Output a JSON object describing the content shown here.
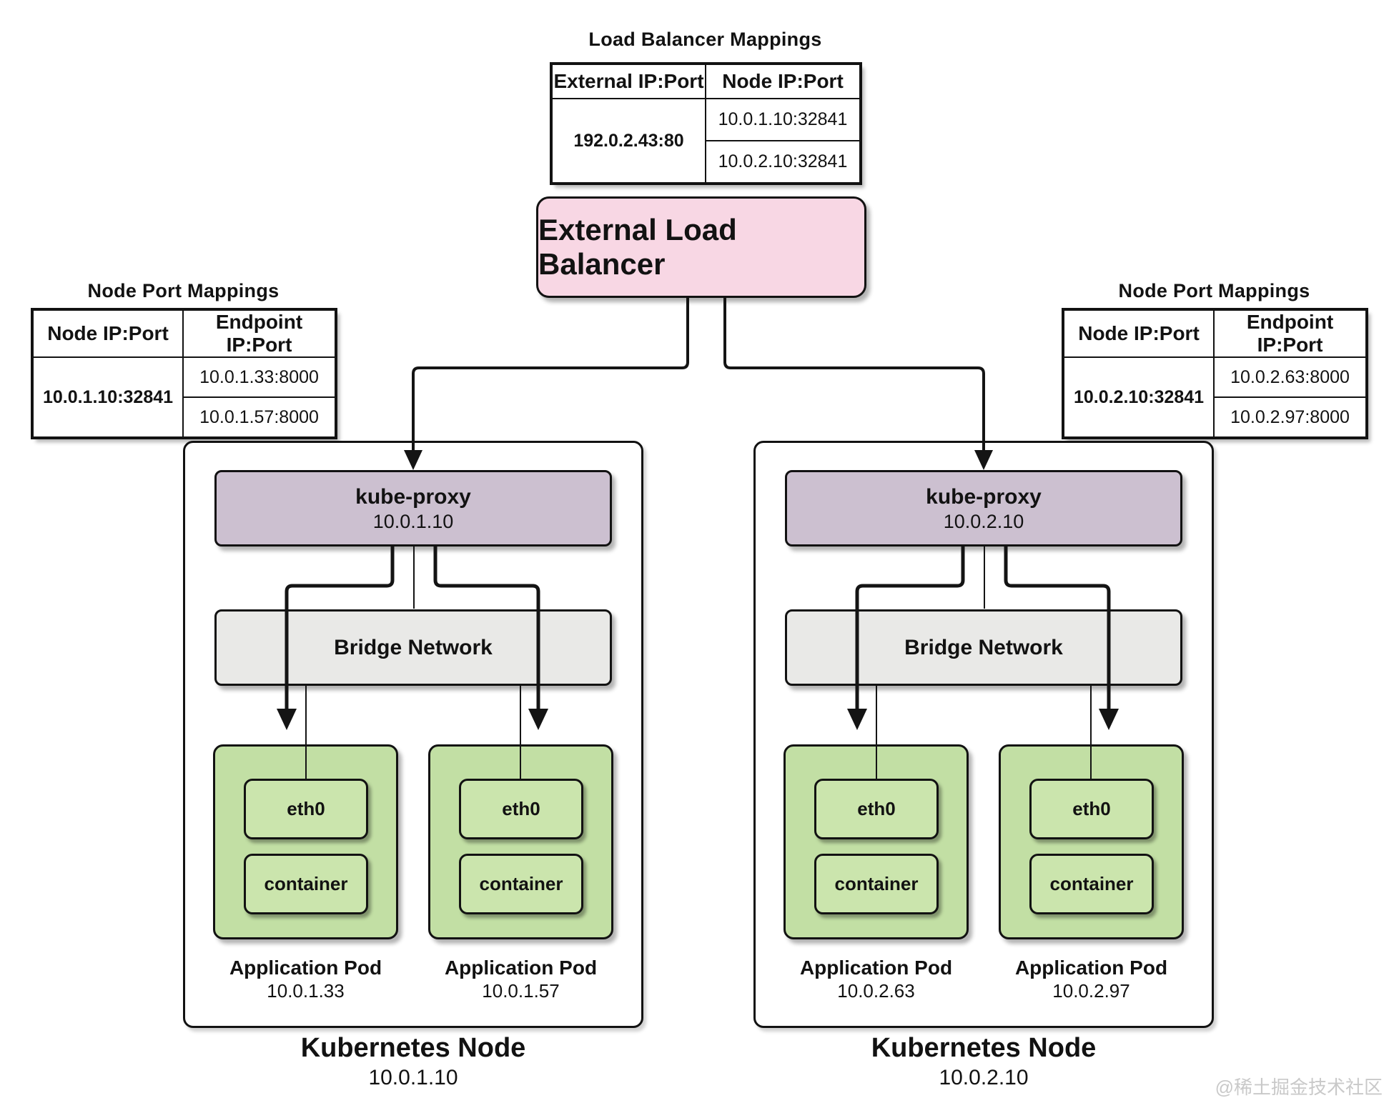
{
  "lb_table": {
    "title": "Load Balancer Mappings",
    "headers": [
      "External IP:Port",
      "Node IP:Port"
    ],
    "external_value": "192.0.2.43:80",
    "node_values": [
      "10.0.1.10:32841",
      "10.0.2.10:32841"
    ]
  },
  "load_balancer": {
    "label": "External Load Balancer"
  },
  "node_port_tables": {
    "left": {
      "title": "Node Port Mappings",
      "headers": [
        "Node IP:Port",
        "Endpoint IP:Port"
      ],
      "node_value": "10.0.1.10:32841",
      "endpoint_values": [
        "10.0.1.33:8000",
        "10.0.1.57:8000"
      ]
    },
    "right": {
      "title": "Node Port Mappings",
      "headers": [
        "Node IP:Port",
        "Endpoint IP:Port"
      ],
      "node_value": "10.0.2.10:32841",
      "endpoint_values": [
        "10.0.2.63:8000",
        "10.0.2.97:8000"
      ]
    }
  },
  "nodes": {
    "left": {
      "kube_proxy": {
        "name": "kube-proxy",
        "ip": "10.0.1.10"
      },
      "bridge_label": "Bridge Network",
      "pods": [
        {
          "eth": "eth0",
          "container": "container",
          "label": "Application Pod",
          "ip": "10.0.1.33"
        },
        {
          "eth": "eth0",
          "container": "container",
          "label": "Application Pod",
          "ip": "10.0.1.57"
        }
      ],
      "caption": {
        "title": "Kubernetes Node",
        "ip": "10.0.1.10"
      }
    },
    "right": {
      "kube_proxy": {
        "name": "kube-proxy",
        "ip": "10.0.2.10"
      },
      "bridge_label": "Bridge Network",
      "pods": [
        {
          "eth": "eth0",
          "container": "container",
          "label": "Application Pod",
          "ip": "10.0.2.63"
        },
        {
          "eth": "eth0",
          "container": "container",
          "label": "Application Pod",
          "ip": "10.0.2.97"
        }
      ],
      "caption": {
        "title": "Kubernetes Node",
        "ip": "10.0.2.10"
      }
    }
  },
  "watermark": "@稀土掘金技术社区",
  "colors": {
    "load_balancer_pink": "#f8d7e4",
    "kube_proxy_purple": "#ccc0d0",
    "bridge_gray": "#e9e9e7",
    "pod_green": "#c2dfa4",
    "pod_inner_green": "#cbe5ad",
    "line_black": "#141414",
    "watermark_gray": "#c9c9c9"
  }
}
